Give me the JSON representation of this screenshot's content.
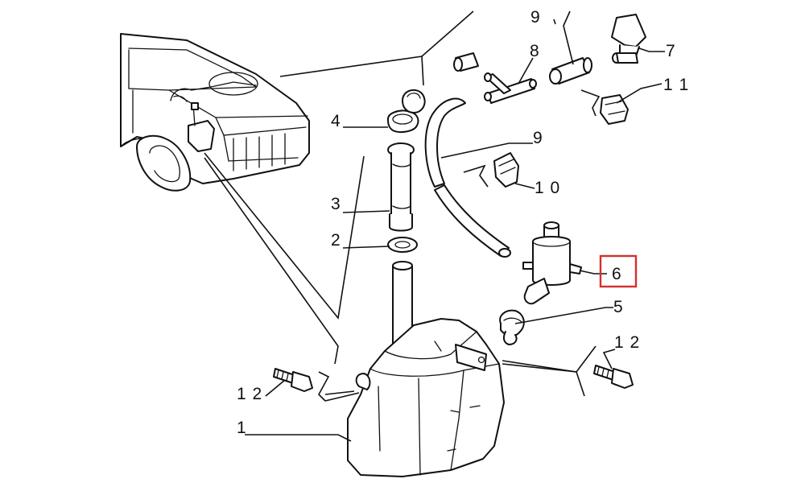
{
  "diagram": {
    "highlight_color": "#d32f2f",
    "callouts": [
      {
        "id": "1",
        "label": "1"
      },
      {
        "id": "2",
        "label": "2"
      },
      {
        "id": "3",
        "label": "3"
      },
      {
        "id": "4",
        "label": "4"
      },
      {
        "id": "5",
        "label": "5"
      },
      {
        "id": "6",
        "label": "6",
        "highlighted": true
      },
      {
        "id": "7",
        "label": "7"
      },
      {
        "id": "8",
        "label": "8"
      },
      {
        "id": "9a",
        "label": "9"
      },
      {
        "id": "9b",
        "label": "9"
      },
      {
        "id": "10",
        "label": "1 0"
      },
      {
        "id": "11",
        "label": "1 1"
      },
      {
        "id": "12a",
        "label": "1 2"
      },
      {
        "id": "12b",
        "label": "1 2"
      }
    ]
  }
}
